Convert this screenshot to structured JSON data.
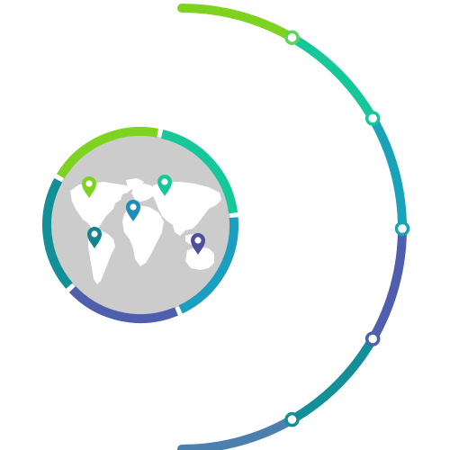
{
  "colors": {
    "background": "#ffffff",
    "globe_fill": "#cccccc",
    "land": "#ffffff",
    "node_fill": "#ffffff"
  },
  "globe": {
    "icon": "world-map-icon",
    "ring_segments": [
      {
        "color": "#7ed321",
        "fraction": 0.2
      },
      {
        "color": "#16c79a",
        "fraction": 0.2
      },
      {
        "color": "#1b9fc0",
        "fraction": 0.2
      },
      {
        "color": "#4f5fae",
        "fraction": 0.2
      },
      {
        "color": "#138f98",
        "fraction": 0.2
      }
    ],
    "pins": [
      {
        "name": "north-america",
        "color": "#7ed321"
      },
      {
        "name": "europe",
        "color": "#16c79a"
      },
      {
        "name": "africa",
        "color": "#1b8fb8"
      },
      {
        "name": "south-america",
        "color": "#11858d"
      },
      {
        "name": "australia",
        "color": "#4f4f9e"
      }
    ]
  },
  "timeline": {
    "segments": [
      {
        "color": "#7ed321"
      },
      {
        "color": "#16c79a"
      },
      {
        "color": "#1aa2b8"
      },
      {
        "color": "#4f5fae"
      },
      {
        "color": "#138f98"
      },
      {
        "color": "#4a7fae"
      }
    ],
    "nodes": [
      {
        "name": "milestone-1",
        "color": "#5dd35a"
      },
      {
        "name": "milestone-2",
        "color": "#16c79a"
      },
      {
        "name": "milestone-3",
        "color": "#1aa2b8"
      },
      {
        "name": "milestone-4",
        "color": "#4f5fae"
      },
      {
        "name": "milestone-5",
        "color": "#138f98"
      }
    ]
  }
}
